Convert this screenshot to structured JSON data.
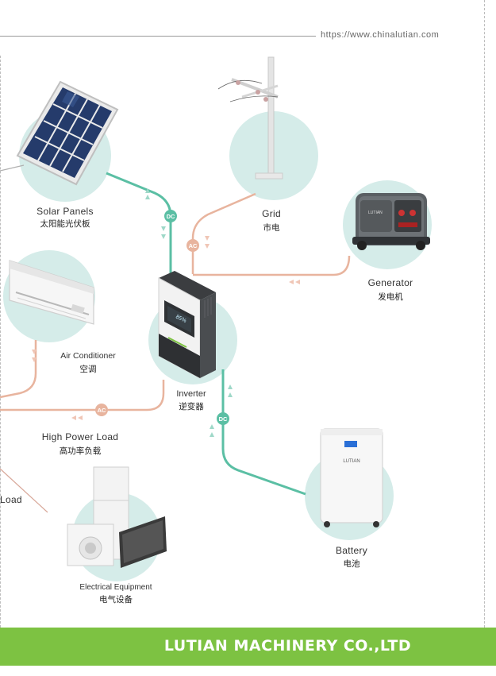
{
  "header": {
    "url": "https://www.chinalutian.com"
  },
  "nodes": {
    "solar": {
      "en": "Solar Panels",
      "cn": "太阳能光伏板"
    },
    "grid": {
      "en": "Grid",
      "cn": "市电"
    },
    "generator": {
      "en": "Generator",
      "cn": "发电机"
    },
    "aircon": {
      "en": "Air Conditioner",
      "cn": "空调"
    },
    "inverter": {
      "en": "Inverter",
      "cn": "逆变器",
      "screen": "85%"
    },
    "highload": {
      "en": "High Power Load",
      "cn": "高功率负载"
    },
    "battery": {
      "en": "Battery",
      "cn": "电池",
      "brand": "LUTIAN"
    },
    "generator_brand": "LUTIAN",
    "load": {
      "en": "Load"
    },
    "equipment": {
      "en": "Electrical Equipment",
      "cn": "电气设备"
    }
  },
  "badges": {
    "dc_solar": "DC",
    "ac_grid": "AC",
    "ac_load": "AC",
    "dc_battery": "DC"
  },
  "footer": {
    "company": "LUTIAN MACHINERY CO.,LTD"
  },
  "colors": {
    "dc_line": "#5bbfa4",
    "ac_line": "#e8b49e",
    "circle": "#d5ece9",
    "footer": "#7dc242"
  }
}
